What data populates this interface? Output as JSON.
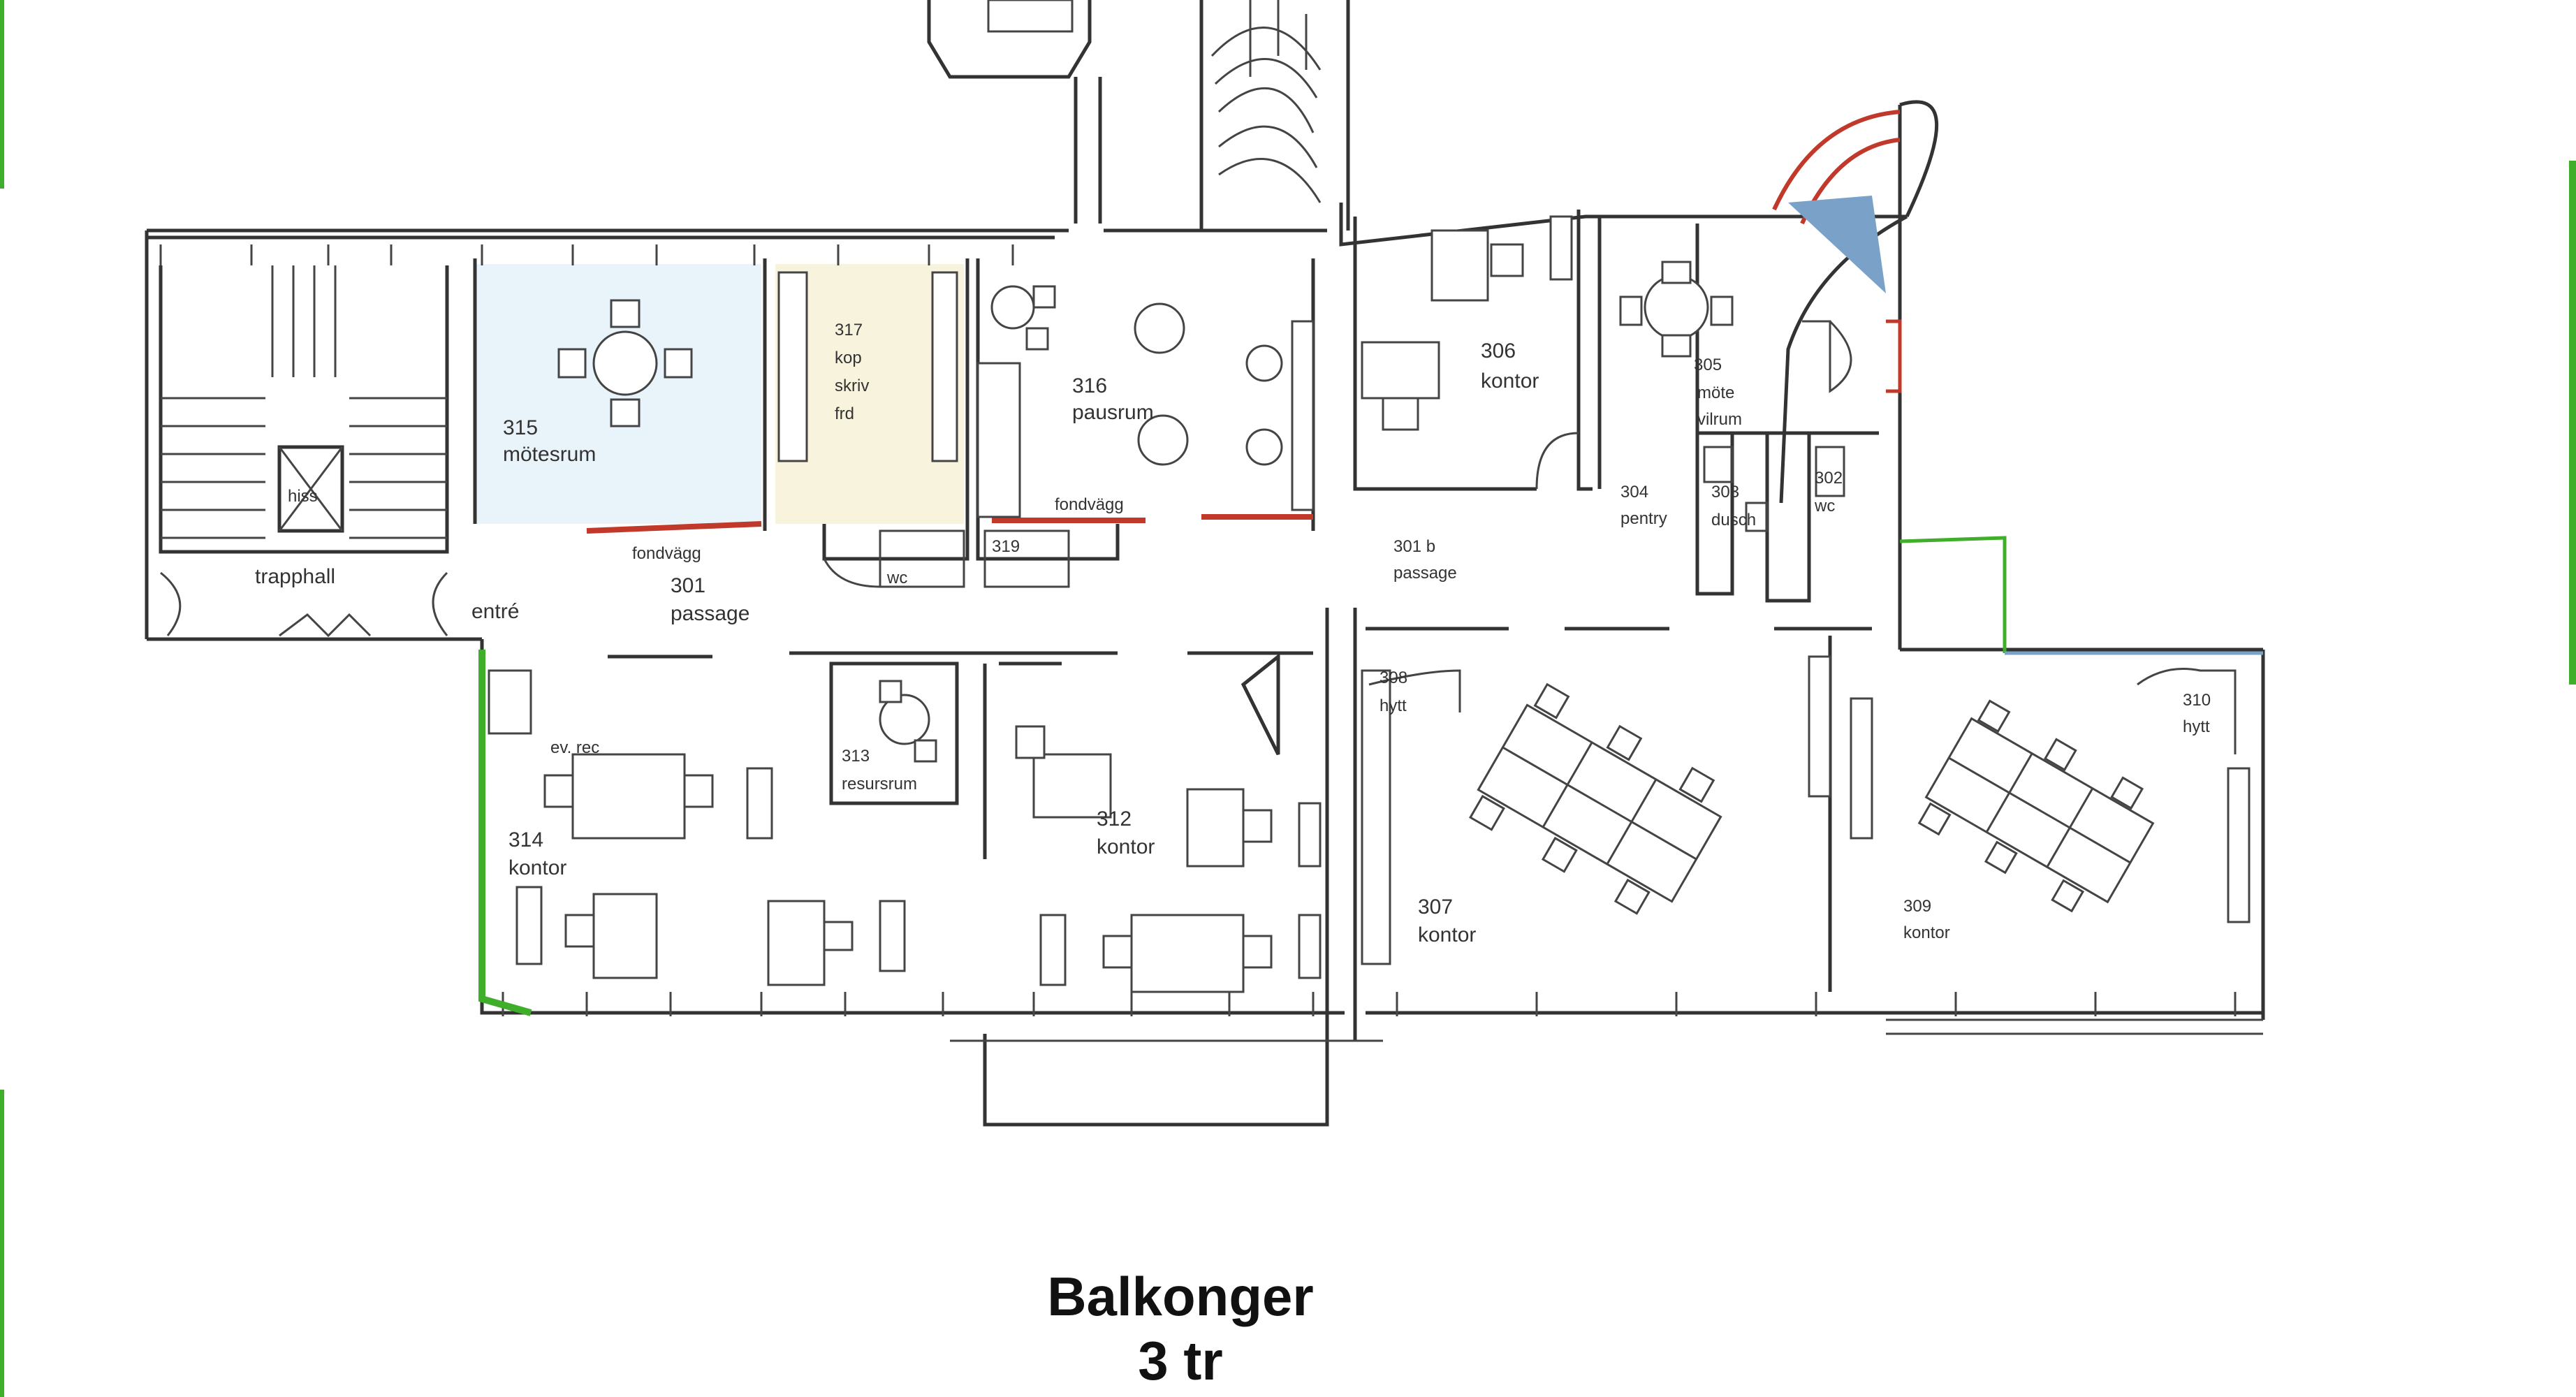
{
  "caption": {
    "line1": "Balkonger",
    "line2": "3 tr"
  },
  "colors": {
    "wall": "#333333",
    "meeting_tint": "#e8f3fa",
    "copy_tint": "#f7f3dc",
    "fire_wall": "#c0392b",
    "green_edge": "#3fae2a",
    "stair_blue": "#7aa2c8"
  },
  "rooms": {
    "trapphall": {
      "name": "trapphall"
    },
    "hiss": {
      "name": "hiss"
    },
    "entre": {
      "name": "entré"
    },
    "r315": {
      "num": "315",
      "name": "mötesrum"
    },
    "r317": {
      "num": "317",
      "line2": "kop",
      "line3": "skriv",
      "line4": "frd"
    },
    "r316": {
      "num": "316",
      "name": "pausrum"
    },
    "r306": {
      "num": "306",
      "name": "kontor"
    },
    "r305": {
      "num": "305",
      "line2": "möte",
      "line3": "vilrum"
    },
    "r304": {
      "num": "304",
      "name": "pentry"
    },
    "r303": {
      "num": "303",
      "name": "dusch"
    },
    "r302": {
      "num": "302",
      "name": "wc"
    },
    "r301": {
      "num": "301",
      "name": "passage"
    },
    "r301b": {
      "num": "301 b",
      "name": "passage"
    },
    "r319": {
      "num": "319"
    },
    "wc_small": {
      "name": "wc"
    },
    "fv1": {
      "name": "fondvägg"
    },
    "fv2": {
      "name": "fondvägg"
    },
    "r313": {
      "num": "313",
      "name": "resursrum"
    },
    "r312": {
      "num": "312",
      "name": "kontor"
    },
    "r314": {
      "num": "314",
      "name": "kontor"
    },
    "evrec": {
      "name": "ev. rec"
    },
    "r308": {
      "num": "308",
      "name": "hytt"
    },
    "r307": {
      "num": "307",
      "name": "kontor"
    },
    "r309": {
      "num": "309",
      "name": "kontor"
    },
    "r310": {
      "num": "310",
      "name": "hytt"
    }
  }
}
